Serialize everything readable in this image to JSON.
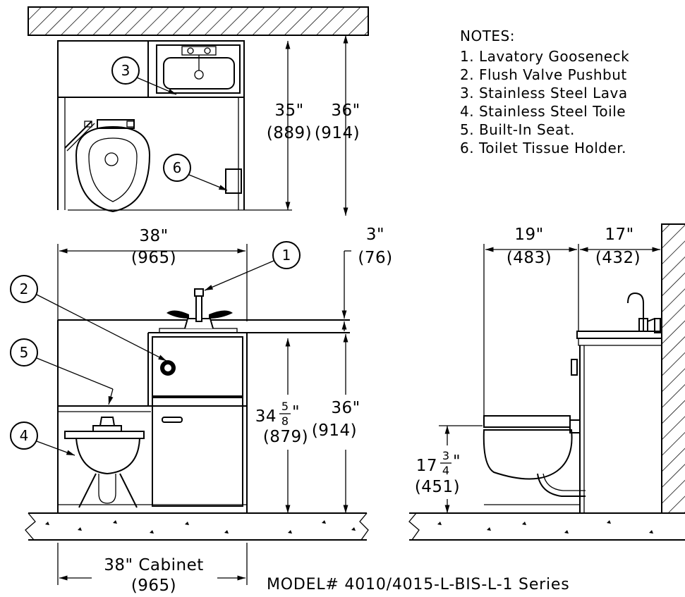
{
  "notes": {
    "title": "NOTES:",
    "items": [
      "1. Lavatory Gooseneck",
      "2. Flush Valve Pushbut",
      "3. Stainless Steel Lava",
      "4. Stainless Steel Toile",
      "5. Built-In Seat.",
      "6. Toilet Tissue Holder."
    ]
  },
  "callouts": [
    "1",
    "2",
    "3",
    "4",
    "5",
    "6"
  ],
  "plan_view": {
    "dim_35_in": "35\"",
    "dim_35_mm": "(889)",
    "dim_36_in": "36\"",
    "dim_36_mm": "(914)"
  },
  "front_view": {
    "width_in": "38\"",
    "width_mm": "(965)",
    "gap_in": "3\"",
    "gap_mm": "(76)",
    "height_whole": "34",
    "height_num": "5",
    "height_den": "8",
    "height_mm": "(879)",
    "total_in": "36\"",
    "total_mm": "(914)",
    "cabinet_in": "38\" Cabinet",
    "cabinet_mm": "(965)"
  },
  "side_view": {
    "depth1_in": "19\"",
    "depth1_mm": "(483)",
    "depth2_in": "17\"",
    "depth2_mm": "(432)",
    "seat_whole": "17",
    "seat_num": "3",
    "seat_den": "4",
    "seat_mm": "(451)"
  },
  "model": "MODEL# 4010/4015-L-BIS-L-1 Series"
}
